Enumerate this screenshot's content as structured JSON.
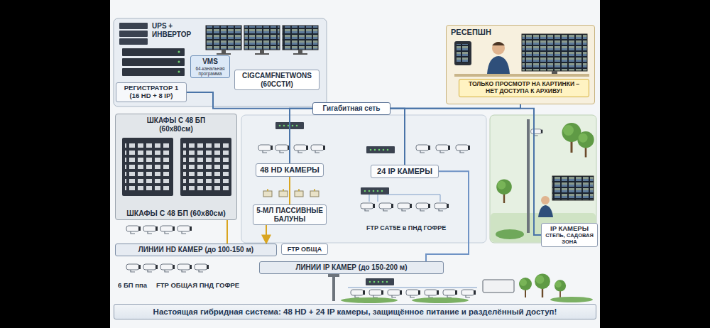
{
  "diagram": {
    "caption": "Настоящая гибридная система: 48 HD + 24 IP камеры, защищённое питание и разделённый доступ!",
    "nodes": [
      {
        "text": [
          "РЕГИСТРАТОР 1 (16 HD + 8 IP)"
        ]
      },
      {
        "text": [
          "VMS",
          "64-канальная программа"
        ]
      },
      {
        "text": [
          "CIGCAMFNETWONS (60CCTИ)"
        ]
      },
      {
        "text": [
          "РЕСЕПШН"
        ]
      },
      {
        "text": [
          "ТОЛЬКО ПРОСМОТР НА КАРТИНКИ – НЕТ ДОСТУПА К АРХИВУ!"
        ],
        "in": 3
      },
      {
        "text": [
          "Гигабитная сеть"
        ]
      },
      {
        "text": [
          "ШКАФЫ С 48 БП (60x80см)",
          "ШКАФЫ С 48 БП (60x80см)"
        ]
      },
      {
        "text": [
          "48 HD КАМЕРЫ"
        ]
      },
      {
        "text": [
          "5-МЛ ПАССИВНЫЕ БАЛУНЫ"
        ]
      },
      {
        "text": [
          "24 IP КАМЕРЫ"
        ]
      },
      {
        "text": [
          "IP КАМЕРЫ",
          "СТЕПЬ, САДОВАЯ ЗОНА"
        ]
      },
      {
        "text": [
          "ЛИНИИ HD КАМЕР (до 100-150 м)"
        ]
      },
      {
        "text": [
          "FTP ОБЩА"
        ]
      },
      {
        "text": [
          "ЛИНИИ IP КАМЕР (до 150-200 м)"
        ]
      }
    ],
    "edges": [
      {
        "from": 0,
        "to": 5,
        "arrow": "none"
      },
      {
        "from": 5,
        "to": 3,
        "arrow": "none"
      },
      {
        "from": 5,
        "to": 7,
        "arrow": "none"
      },
      {
        "from": 5,
        "to": 9,
        "arrow": "none"
      },
      {
        "from": 5,
        "to": 10,
        "arrow": "none"
      },
      {
        "from": 7,
        "to": 8,
        "arrow": "none"
      },
      {
        "from": 8,
        "to": 11,
        "arrow": "to"
      },
      {
        "from": 6,
        "to": 11,
        "arrow": "none"
      },
      {
        "from": 9,
        "to": 13,
        "arrow": "none"
      }
    ],
    "labels": [
      "UPS + ИНВЕРТОР",
      "FTP CAT5E в ПНД ГОФРЕ",
      "6 БП ппа",
      "FTP ОБЩАЯ ПНД ГОФРЕ"
    ]
  }
}
